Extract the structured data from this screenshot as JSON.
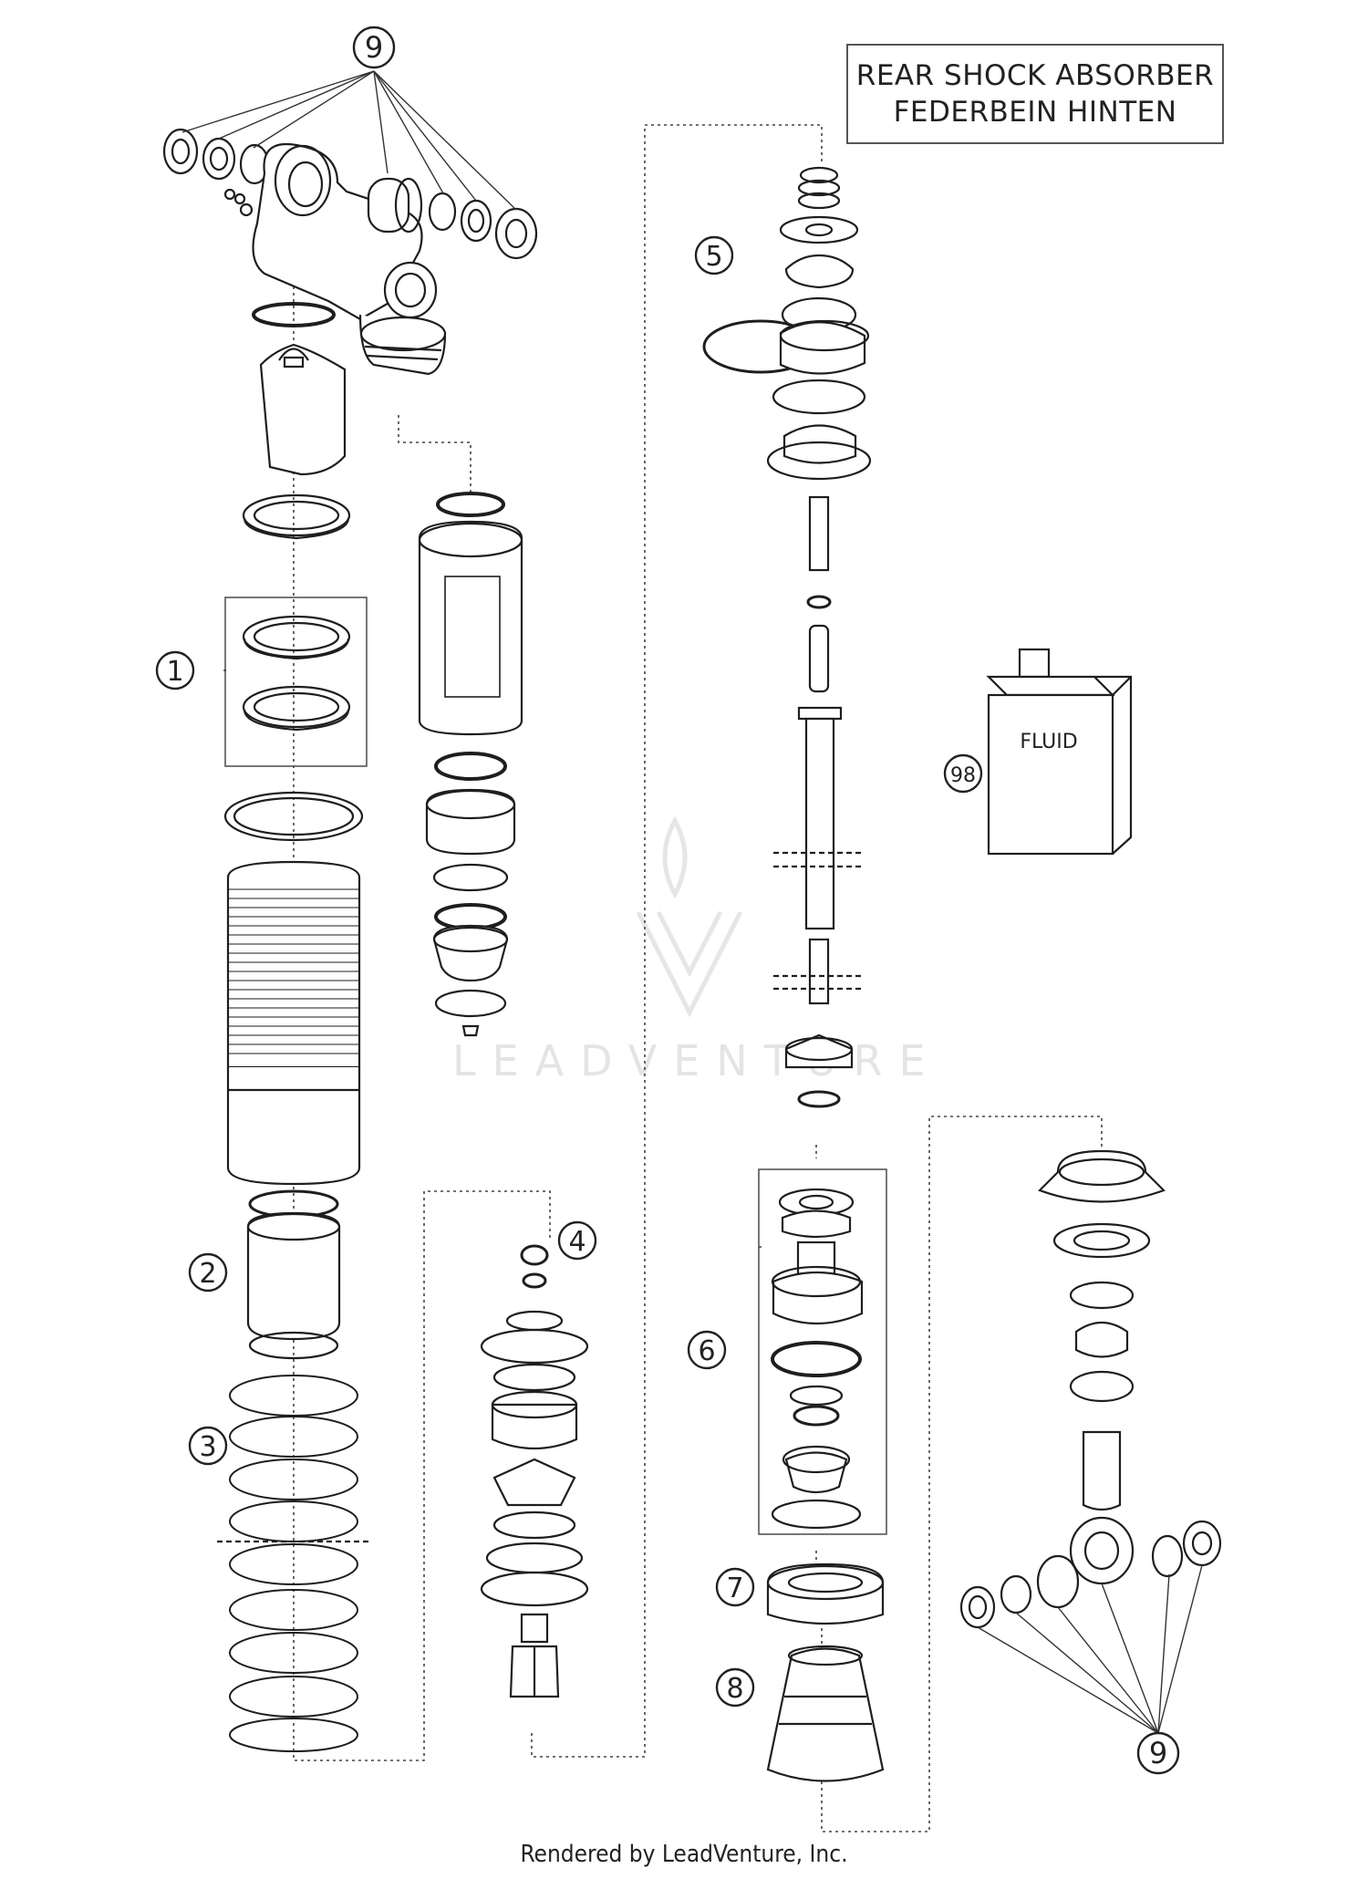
{
  "title": {
    "line1": "REAR SHOCK ABSORBER",
    "line2": "FEDERBEIN HINTEN"
  },
  "fluid_label": "FLUID",
  "watermark": "LEADVENTURE",
  "footer": "Rendered by LeadVenture, Inc.",
  "callouts": {
    "c1": "1",
    "c2": "2",
    "c3": "3",
    "c4": "4",
    "c5": "5",
    "c6": "6",
    "c7": "7",
    "c8": "8",
    "c9_top": "9",
    "c9_bottom": "9",
    "c98": "98"
  }
}
